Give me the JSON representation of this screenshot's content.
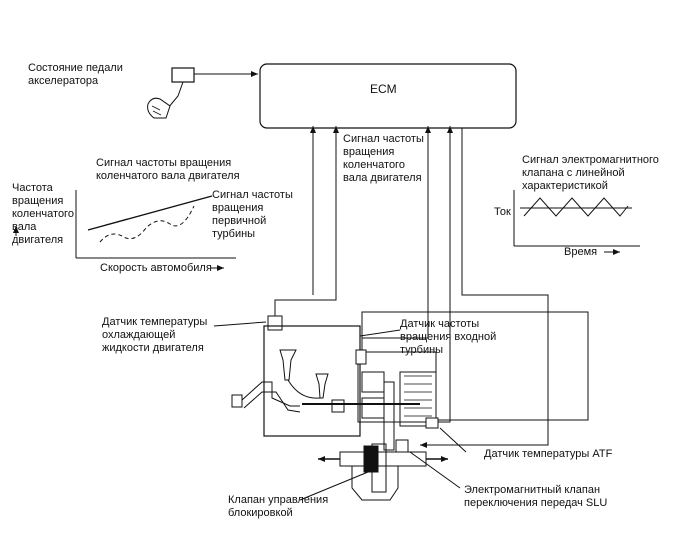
{
  "ecm": "ECM",
  "labels": {
    "accelerator_pedal": "Состояние педали\nакселератора",
    "crank_signal_top": "Сигнал частоты\nвращения\nколенчатого\nвала двигателя",
    "crank_signal_chart": "Сигнал частоты вращения\nколенчатого вала двигателя",
    "engine_speed_axis": "Частота\nвращения\nколенчатого\nвала\nдвигателя",
    "turbine_signal": "Сигнал частоты\nвращения\nпервичной\nтурбины",
    "vehicle_speed_axis": "Скорость автомобиля",
    "solenoid_signal": "Сигнал электромагнитного\nклапана с линейной\nхарактеристикой",
    "current_axis": "Ток",
    "time_axis": "Время",
    "coolant_temp_sensor": "Датчик температуры\nохлаждающей\nжидкости двигателя",
    "input_turbine_sensor": "Датчик частоты\nвращения входной\nтурбины",
    "atf_temp_sensor": "Датчик температуры ATF",
    "slu_solenoid": "Электромагнитный клапан\nпереключения передач SLU",
    "lockup_valve": "Клапан управления\nблокировкой"
  }
}
